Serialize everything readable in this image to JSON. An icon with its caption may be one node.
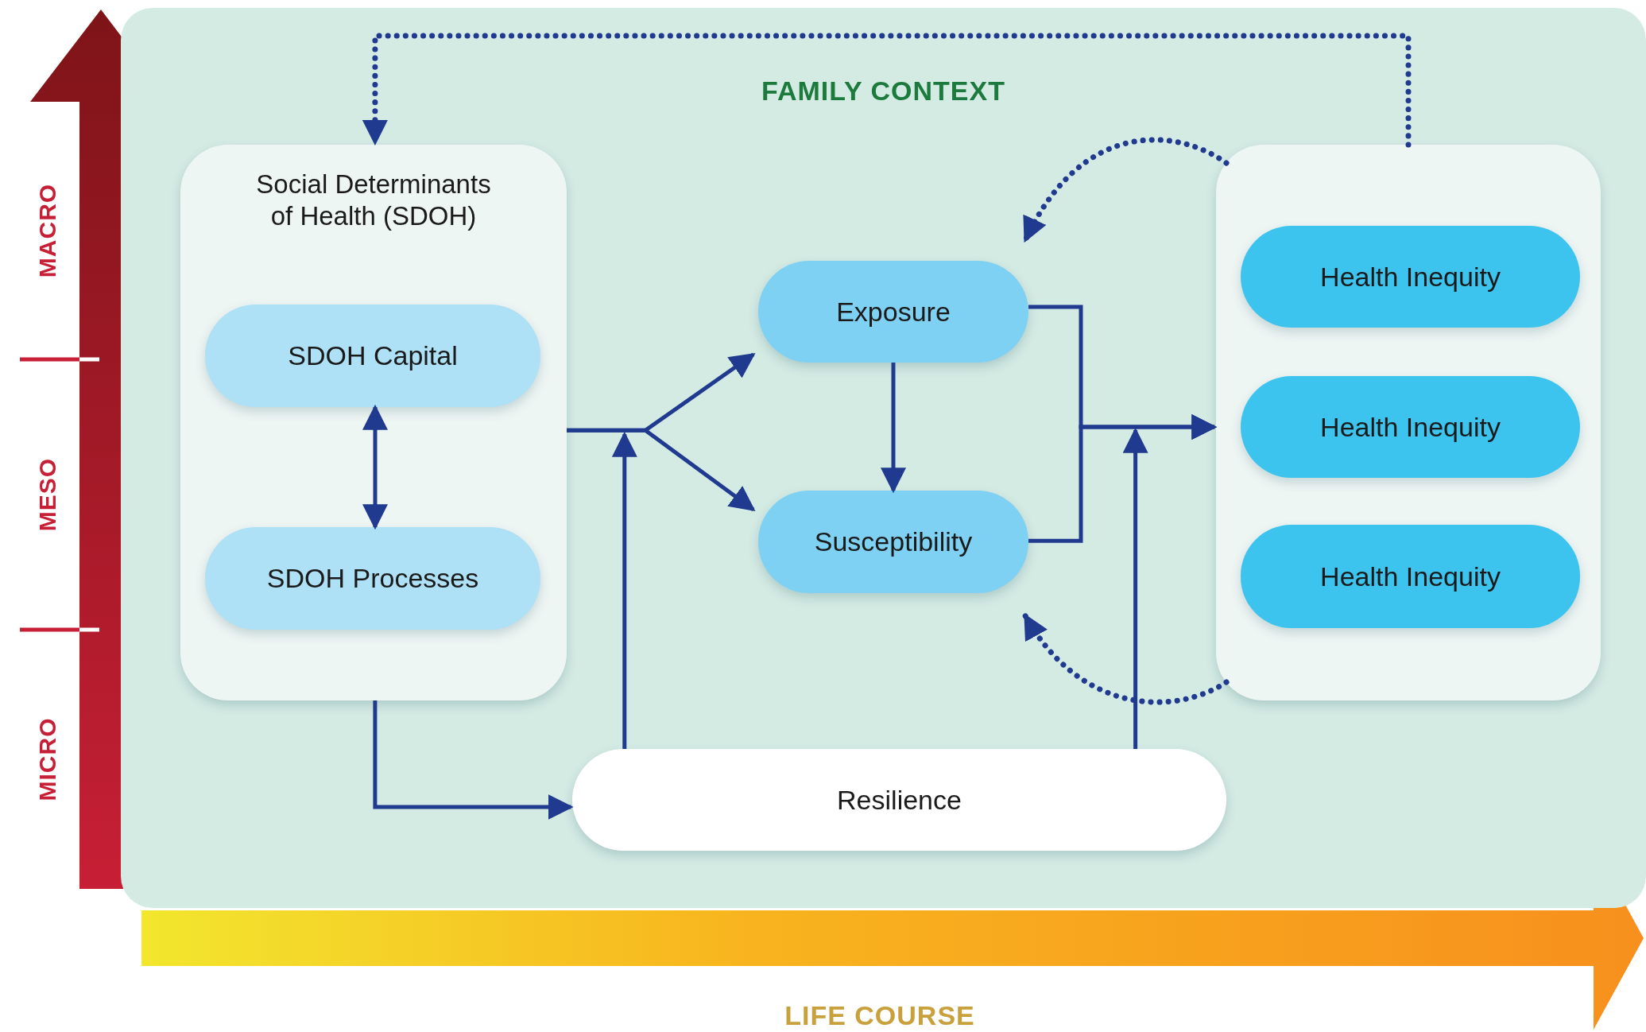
{
  "diagram": {
    "nodes": [
      {
        "text": [
          "FAMILY CONTEXT"
        ]
      },
      {
        "text": [
          "Social Determinants of Health (SDOH)"
        ],
        "in": 0
      },
      {
        "text": [
          "SDOH Capital"
        ],
        "in": 1
      },
      {
        "text": [
          "SDOH Processes"
        ],
        "in": 1
      },
      {
        "text": [
          "Exposure"
        ],
        "in": 0
      },
      {
        "text": [
          "Susceptibility"
        ],
        "in": 0
      },
      {
        "text": [],
        "shape": "box",
        "in": 0
      },
      {
        "text": [
          "Health Inequity"
        ],
        "in": 6
      },
      {
        "text": [
          "Health Inequity"
        ],
        "in": 6
      },
      {
        "text": [
          "Health Inequity"
        ],
        "in": 6
      },
      {
        "text": [
          "Resilience"
        ],
        "in": 0
      }
    ],
    "edges": [
      {
        "from": 2,
        "to": 3,
        "arrow": "both"
      },
      {
        "from": 1,
        "to": 4,
        "arrow": "to"
      },
      {
        "from": 1,
        "to": 5,
        "arrow": "to"
      },
      {
        "from": 10,
        "to": null,
        "arrow": "to"
      },
      {
        "from": 4,
        "to": 6,
        "arrow": "to"
      },
      {
        "from": 5,
        "to": 6,
        "arrow": "to"
      },
      {
        "from": 10,
        "to": null,
        "arrow": "to"
      },
      {
        "from": 4,
        "to": 5,
        "arrow": "to"
      },
      {
        "from": 1,
        "to": 10,
        "arrow": "to"
      },
      {
        "from": 6,
        "to": 1,
        "arrow": "to",
        "style": "dashed"
      },
      {
        "from": 6,
        "to": 4,
        "arrow": "to",
        "style": "dashed"
      },
      {
        "from": 6,
        "to": 5,
        "arrow": "to",
        "style": "dashed"
      }
    ],
    "labels": [
      "MACRO",
      "MESO",
      "MICRO",
      "LIFE COURSE"
    ]
  }
}
